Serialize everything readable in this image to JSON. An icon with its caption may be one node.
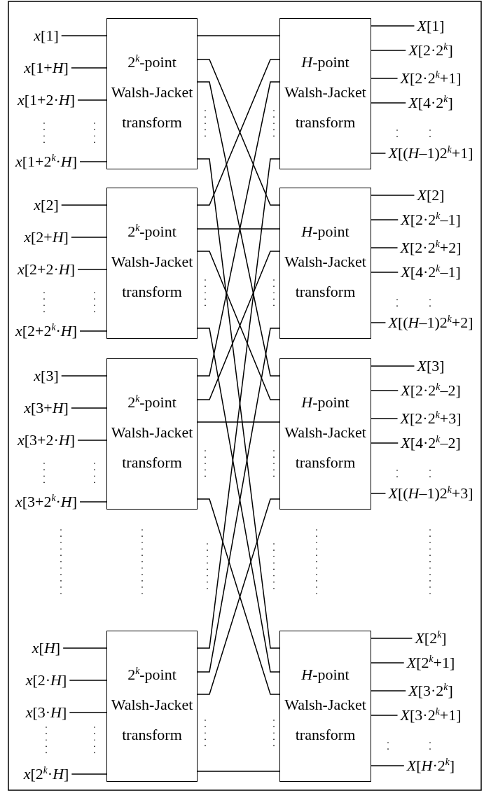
{
  "diagram": {
    "nodes": [
      {
        "text": [
          "2$^{k}$-point Walsh-Jacket transform"
        ]
      },
      {
        "text": [
          "*H*-point Walsh-Jacket transform"
        ]
      },
      {
        "text": [
          "*x*[1]"
        ]
      },
      {
        "text": [
          "*x*[1+*H*]"
        ]
      },
      {
        "text": [
          "*x*[1+2·*H*]"
        ]
      },
      {
        "text": [
          "*x*[1+2$^{k}$·*H*]"
        ]
      },
      {
        "text": [
          "*X*[1]"
        ]
      },
      {
        "text": [
          "*X*[2·2$^{k}$]"
        ]
      },
      {
        "text": [
          "*X*[2·2$^{k}$+1]"
        ]
      },
      {
        "text": [
          "*X*[4·2$^{k}$]"
        ]
      },
      {
        "text": [
          "*X*[(*H*–1)2$^{k}$+1]"
        ]
      },
      {
        "text": [
          "2$^{k}$-point Walsh-Jacket transform"
        ]
      },
      {
        "text": [
          "*H*-point Walsh-Jacket transform"
        ]
      },
      {
        "text": [
          "*x*[2]"
        ]
      },
      {
        "text": [
          "*x*[2+*H*]"
        ]
      },
      {
        "text": [
          "*x*[2+2·*H*]"
        ]
      },
      {
        "text": [
          "*x*[2+2$^{k}$·*H*]"
        ]
      },
      {
        "text": [
          "*X*[2]"
        ]
      },
      {
        "text": [
          "*X*[2·2$^{k}$–1]"
        ]
      },
      {
        "text": [
          "*X*[2·2$^{k}$+2]"
        ]
      },
      {
        "text": [
          "*X*[4·2$^{k}$–1]"
        ]
      },
      {
        "text": [
          "*X*[(*H*–1)2$^{k}$+2]"
        ]
      },
      {
        "text": [
          "2$^{k}$-point Walsh-Jacket transform"
        ]
      },
      {
        "text": [
          "*H*-point Walsh-Jacket transform"
        ]
      },
      {
        "text": [
          "*x*[3]"
        ]
      },
      {
        "text": [
          "*x*[3+*H*]"
        ]
      },
      {
        "text": [
          "*x*[3+2·*H*]"
        ]
      },
      {
        "text": [
          "*x*[3+2$^{k}$·*H*]"
        ]
      },
      {
        "text": [
          "*X*[3]"
        ]
      },
      {
        "text": [
          "*X*[2·2$^{k}$–2]"
        ]
      },
      {
        "text": [
          "*X*[2·2$^{k}$+3]"
        ]
      },
      {
        "text": [
          "*X*[4·2$^{k}$–2]"
        ]
      },
      {
        "text": [
          "*X*[(*H*–1)2$^{k}$+3]"
        ]
      },
      {
        "text": [
          "2$^{k}$-point Walsh-Jacket transform"
        ]
      },
      {
        "text": [
          "*H*-point Walsh-Jacket transform"
        ]
      },
      {
        "text": [
          "*x*[*H*]"
        ]
      },
      {
        "text": [
          "*x*[2·*H*]"
        ]
      },
      {
        "text": [
          "*x*[3·*H*]"
        ]
      },
      {
        "text": [
          "*x*[2$^{k}$·*H*]"
        ]
      },
      {
        "text": [
          "*X*[2$^{k}$]"
        ]
      },
      {
        "text": [
          "*X*[2$^{k}$+1]"
        ]
      },
      {
        "text": [
          "*X*[3·2$^{k}$]"
        ]
      },
      {
        "text": [
          "*X*[3·2$^{k}$+1]"
        ]
      },
      {
        "text": [
          "*X*[*H*·2$^{k}$]"
        ]
      }
    ],
    "edges": [
      {
        "from": 2,
        "to": 0,
        "arrow": "none"
      },
      {
        "from": 3,
        "to": 0,
        "arrow": "none"
      },
      {
        "from": 4,
        "to": 0,
        "arrow": "none"
      },
      {
        "from": 5,
        "to": 0,
        "arrow": "none"
      },
      {
        "from": 13,
        "to": 11,
        "arrow": "none"
      },
      {
        "from": 14,
        "to": 11,
        "arrow": "none"
      },
      {
        "from": 15,
        "to": 11,
        "arrow": "none"
      },
      {
        "from": 16,
        "to": 11,
        "arrow": "none"
      },
      {
        "from": 24,
        "to": 22,
        "arrow": "none"
      },
      {
        "from": 25,
        "to": 22,
        "arrow": "none"
      },
      {
        "from": 26,
        "to": 22,
        "arrow": "none"
      },
      {
        "from": 27,
        "to": 22,
        "arrow": "none"
      },
      {
        "from": 35,
        "to": 33,
        "arrow": "none"
      },
      {
        "from": 36,
        "to": 33,
        "arrow": "none"
      },
      {
        "from": 37,
        "to": 33,
        "arrow": "none"
      },
      {
        "from": 38,
        "to": 33,
        "arrow": "none"
      },
      {
        "from": 0,
        "to": 1,
        "arrow": "none"
      },
      {
        "from": 0,
        "to": 12,
        "arrow": "none"
      },
      {
        "from": 0,
        "to": 23,
        "arrow": "none"
      },
      {
        "from": 0,
        "to": 34,
        "arrow": "none"
      },
      {
        "from": 11,
        "to": 1,
        "arrow": "none"
      },
      {
        "from": 11,
        "to": 12,
        "arrow": "none"
      },
      {
        "from": 11,
        "to": 23,
        "arrow": "none"
      },
      {
        "from": 11,
        "to": 34,
        "arrow": "none"
      },
      {
        "from": 22,
        "to": 1,
        "arrow": "none"
      },
      {
        "from": 22,
        "to": 12,
        "arrow": "none"
      },
      {
        "from": 22,
        "to": 23,
        "arrow": "none"
      },
      {
        "from": 22,
        "to": 34,
        "arrow": "none"
      },
      {
        "from": 33,
        "to": 1,
        "arrow": "none"
      },
      {
        "from": 33,
        "to": 12,
        "arrow": "none"
      },
      {
        "from": 33,
        "to": 23,
        "arrow": "none"
      },
      {
        "from": 33,
        "to": 34,
        "arrow": "none"
      },
      {
        "from": 1,
        "to": 6,
        "arrow": "none"
      },
      {
        "from": 1,
        "to": 7,
        "arrow": "none"
      },
      {
        "from": 1,
        "to": 8,
        "arrow": "none"
      },
      {
        "from": 1,
        "to": 9,
        "arrow": "none"
      },
      {
        "from": 1,
        "to": 10,
        "arrow": "none"
      },
      {
        "from": 12,
        "to": 17,
        "arrow": "none"
      },
      {
        "from": 12,
        "to": 18,
        "arrow": "none"
      },
      {
        "from": 12,
        "to": 19,
        "arrow": "none"
      },
      {
        "from": 12,
        "to": 20,
        "arrow": "none"
      },
      {
        "from": 12,
        "to": 21,
        "arrow": "none"
      },
      {
        "from": 23,
        "to": 28,
        "arrow": "none"
      },
      {
        "from": 23,
        "to": 29,
        "arrow": "none"
      },
      {
        "from": 23,
        "to": 30,
        "arrow": "none"
      },
      {
        "from": 23,
        "to": 31,
        "arrow": "none"
      },
      {
        "from": 23,
        "to": 32,
        "arrow": "none"
      },
      {
        "from": 34,
        "to": 39,
        "arrow": "none"
      },
      {
        "from": 34,
        "to": 40,
        "arrow": "none"
      },
      {
        "from": 34,
        "to": 41,
        "arrow": "none"
      },
      {
        "from": 34,
        "to": 42,
        "arrow": "none"
      },
      {
        "from": 34,
        "to": 43,
        "arrow": "none"
      }
    ]
  }
}
